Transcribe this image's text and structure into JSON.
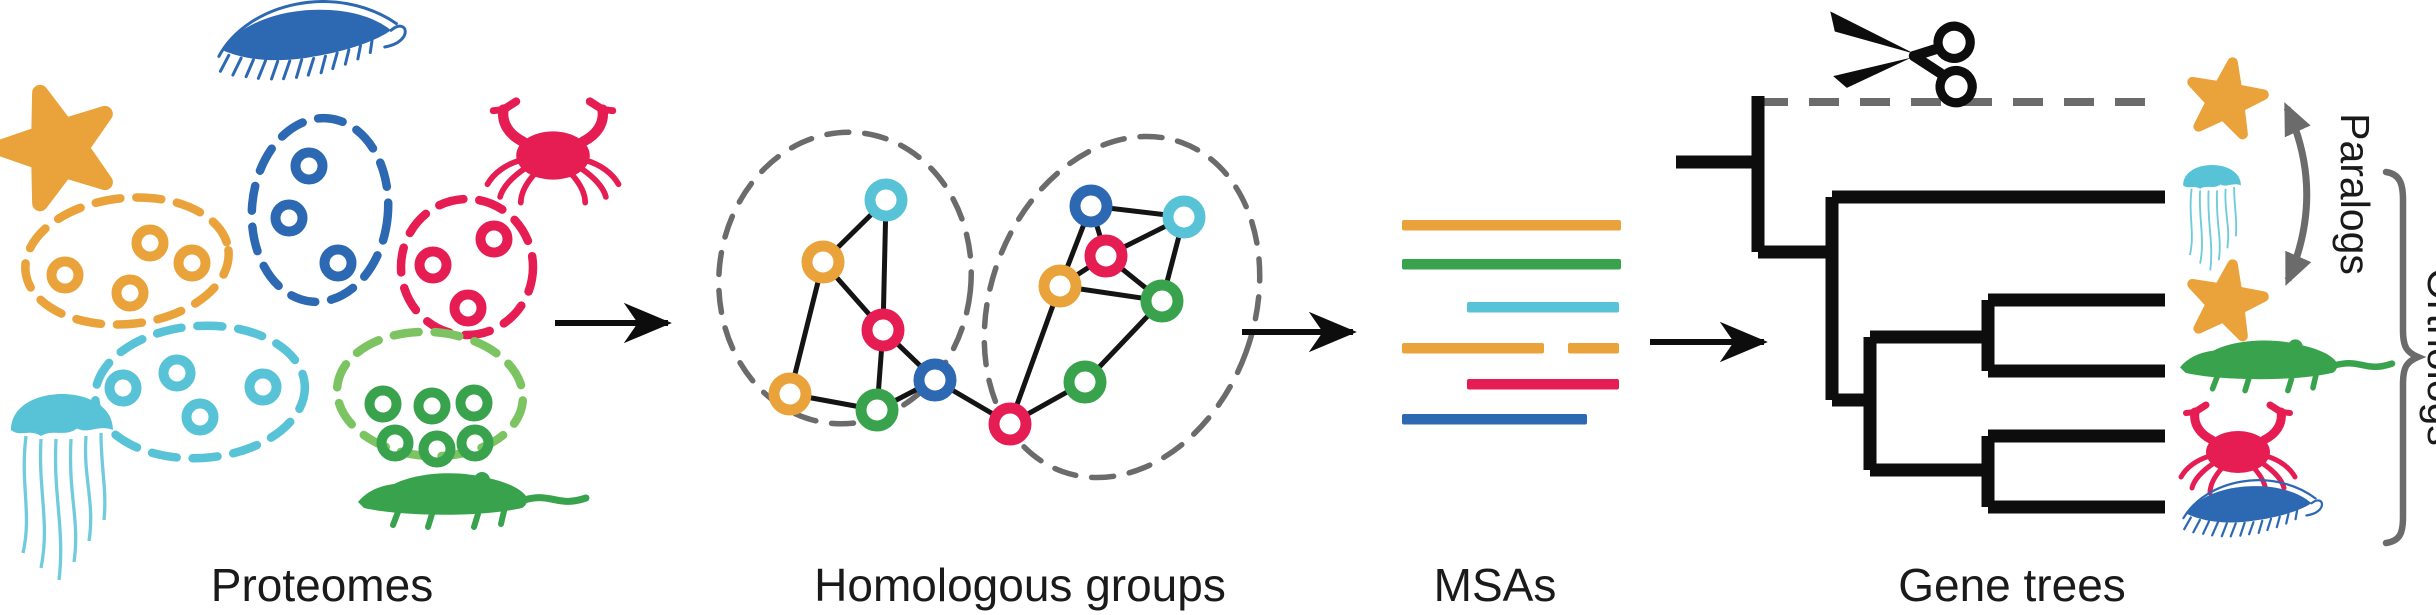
{
  "palette": {
    "orange": "#EAA23B",
    "blue": "#2D68B2",
    "red": "#E61D53",
    "cyan": "#58C3D6",
    "green": "#38A34C",
    "light_green": "#7CC462",
    "gray": "#6B6B6B",
    "black": "#0D0D0D"
  },
  "sections": {
    "proteomes": {
      "label": "Proteomes",
      "species": [
        {
          "name": "starfish",
          "color": "#EAA23B",
          "protein_count": 4
        },
        {
          "name": "bristle-worm",
          "color": "#2D68B2",
          "protein_count": 3
        },
        {
          "name": "crab",
          "color": "#E61D53",
          "protein_count": 3
        },
        {
          "name": "jellyfish",
          "color": "#58C3D6",
          "protein_count": 4
        },
        {
          "name": "mouse",
          "color": "#38A34C",
          "protein_count": 6
        }
      ]
    },
    "homologous_groups": {
      "label": "Homologous groups",
      "clusters": [
        {
          "name": "group-1",
          "members": [
            "cyan",
            "orange",
            "red",
            "blue",
            "green",
            "orange"
          ]
        },
        {
          "name": "group-2",
          "members": [
            "blue",
            "cyan",
            "red",
            "orange",
            "green",
            "green",
            "red"
          ]
        }
      ]
    },
    "msas": {
      "label": "MSAs",
      "rows": [
        {
          "species": "starfish",
          "color": "#EAA23B",
          "layout": "full"
        },
        {
          "species": "mouse",
          "color": "#38A34C",
          "layout": "full"
        },
        {
          "species": "jellyfish",
          "color": "#58C3D6",
          "layout": "right-aligned"
        },
        {
          "species": "starfish",
          "color": "#EAA23B",
          "layout": "split-with-gap"
        },
        {
          "species": "crab",
          "color": "#E61D53",
          "layout": "right-aligned"
        },
        {
          "species": "bristle-worm",
          "color": "#2D68B2",
          "layout": "left-aligned"
        }
      ]
    },
    "gene_trees": {
      "label": "Gene trees",
      "tips": [
        "starfish",
        "jellyfish",
        "starfish",
        "mouse",
        "crab",
        "bristle-worm"
      ],
      "pruned_tip": "starfish",
      "paralogs_label": "Paralogs",
      "orthologs_label": "Orthologs"
    }
  }
}
